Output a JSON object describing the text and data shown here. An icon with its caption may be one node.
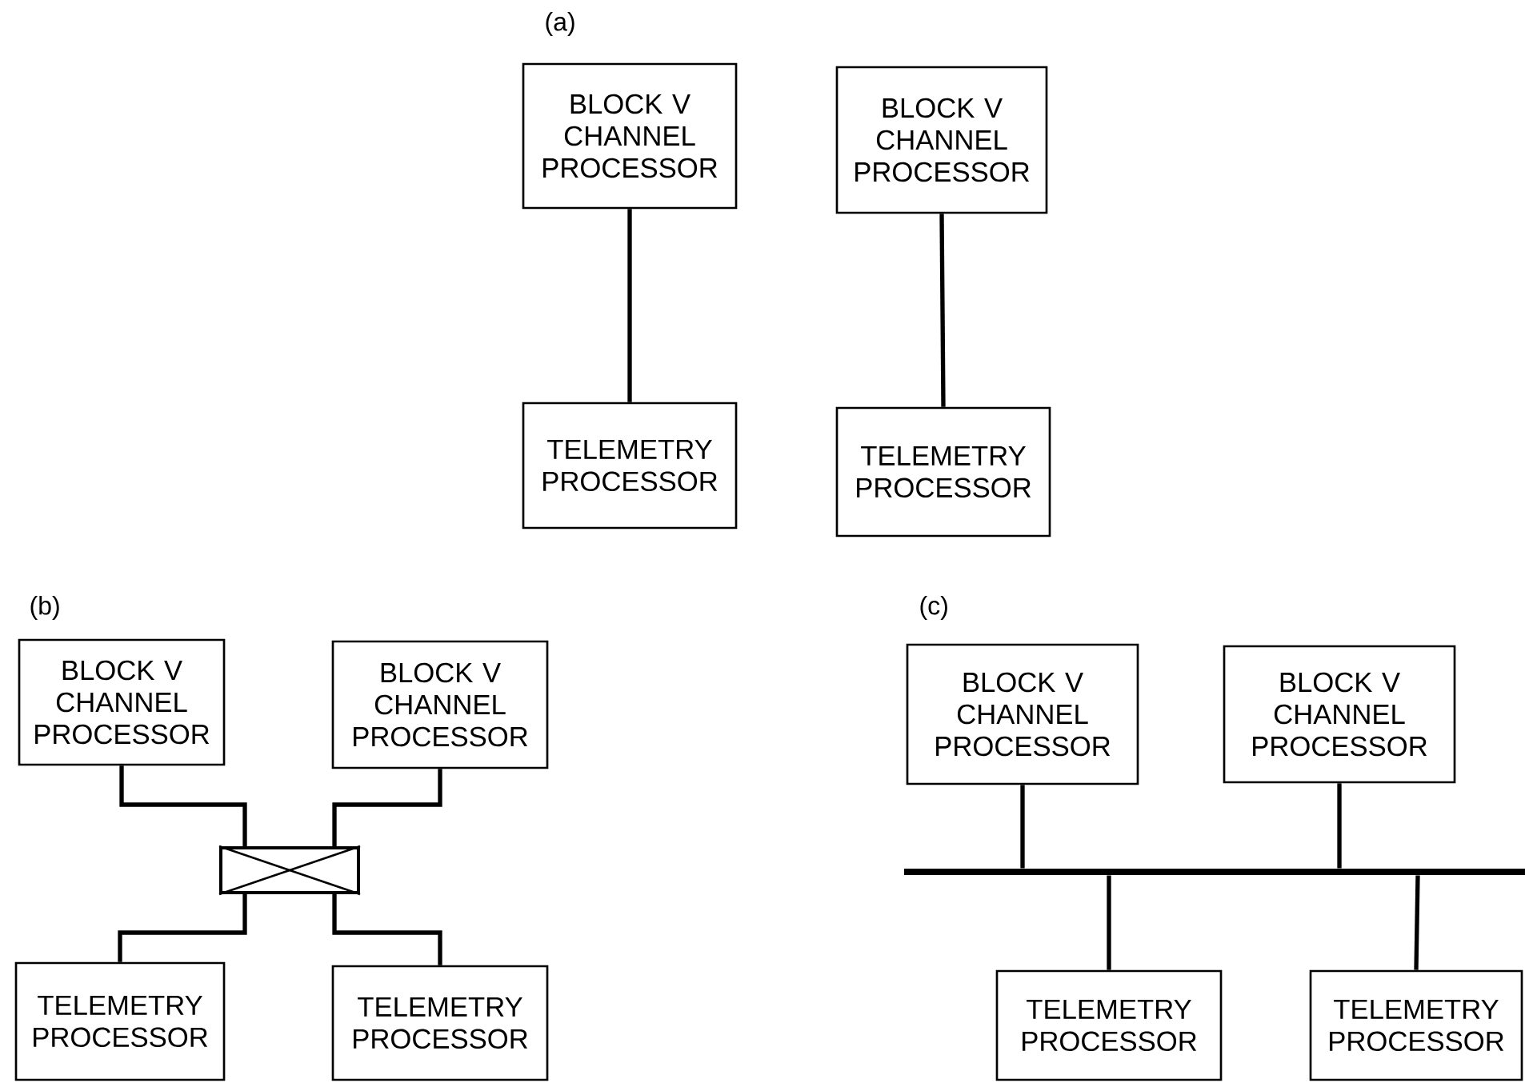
{
  "diagram": {
    "nodes": [
      {
        "text": [
          "BLOCK V CHANNEL PROCESSOR"
        ]
      },
      {
        "text": [
          "BLOCK V CHANNEL PROCESSOR"
        ]
      },
      {
        "text": [
          "TELEMETRY PROCESSOR"
        ]
      },
      {
        "text": [
          "TELEMETRY PROCESSOR"
        ]
      },
      {
        "text": [
          "BLOCK V CHANNEL PROCESSOR"
        ]
      },
      {
        "text": [
          "BLOCK V CHANNEL PROCESSOR"
        ]
      },
      {
        "text": [],
        "shape": "box"
      },
      {
        "text": [
          "TELEMETRY PROCESSOR"
        ]
      },
      {
        "text": [
          "TELEMETRY PROCESSOR"
        ]
      },
      {
        "text": [
          "BLOCK V CHANNEL PROCESSOR"
        ]
      },
      {
        "text": [
          "BLOCK V CHANNEL PROCESSOR"
        ]
      },
      {
        "text": [],
        "shape": "bar"
      },
      {
        "text": [
          "TELEMETRY PROCESSOR"
        ]
      },
      {
        "text": [
          "TELEMETRY PROCESSOR"
        ]
      }
    ],
    "edges": [
      {
        "from": 0,
        "to": 2,
        "arrow": "none"
      },
      {
        "from": 1,
        "to": 3,
        "arrow": "none"
      },
      {
        "from": 4,
        "to": 6,
        "arrow": "none"
      },
      {
        "from": 5,
        "to": 6,
        "arrow": "none"
      },
      {
        "from": 6,
        "to": 7,
        "arrow": "none"
      },
      {
        "from": 6,
        "to": 8,
        "arrow": "none"
      },
      {
        "from": 9,
        "to": 11,
        "arrow": "none"
      },
      {
        "from": 10,
        "to": 11,
        "arrow": "none"
      },
      {
        "from": 11,
        "to": 12,
        "arrow": "none"
      },
      {
        "from": 11,
        "to": 13,
        "arrow": "none"
      }
    ],
    "labels": [
      "(a)",
      "(b)",
      "(c)"
    ]
  }
}
